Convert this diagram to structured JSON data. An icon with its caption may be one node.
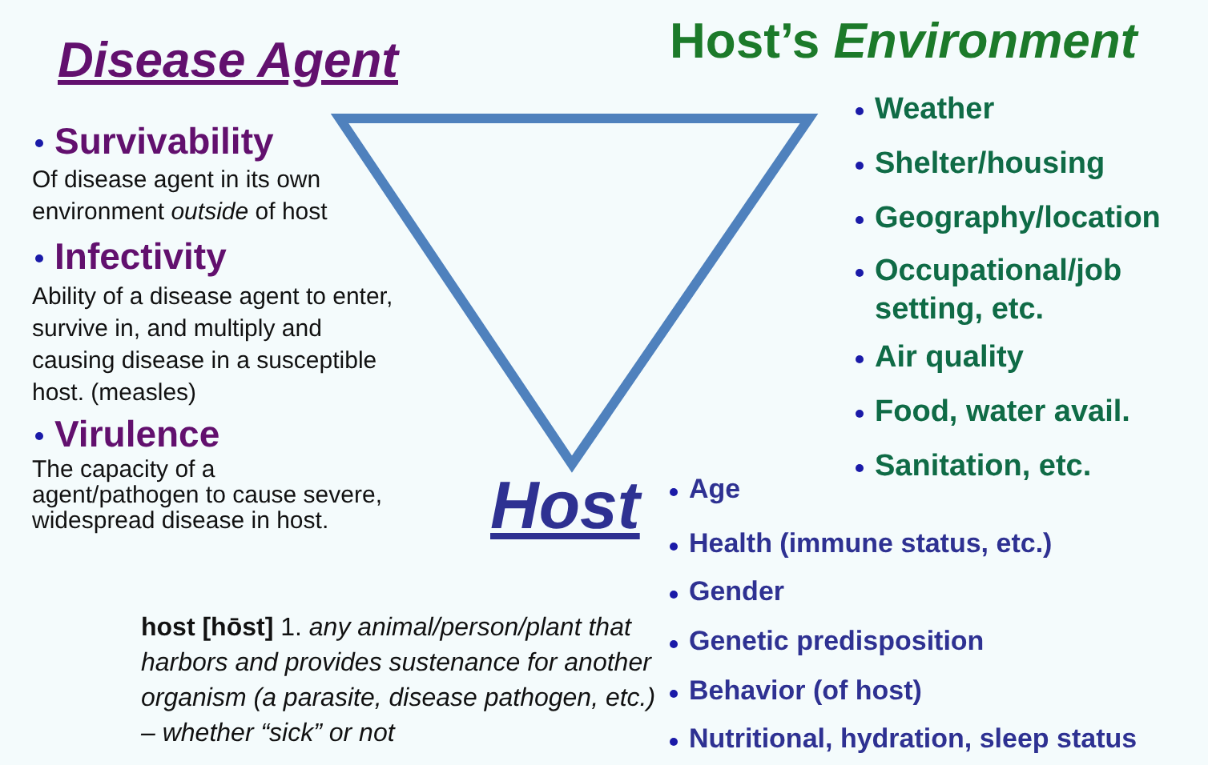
{
  "diagram": {
    "labels": [
      "Disease Agent",
      "Host’s *Environment*",
      "Survivability",
      "Of disease agent in its own environment *outside* of host",
      "Infectivity",
      "Ability of a disease agent to enter, survive in, and multiply and causing disease in a susceptible host. (measles)",
      "Virulence",
      "The capacity of a agent/pathogen to cause severe, widespread disease in host.",
      "Host",
      "Weather",
      "Shelter/housing",
      "Geography/location",
      "Occupational/job setting, etc.",
      "Air quality",
      "Food, water avail.",
      "Sanitation, etc.",
      "Age",
      "Health (immune status, etc.)",
      "Gender",
      "Genetic predisposition",
      "Behavior (of host)",
      "Nutritional, hydration, sleep status",
      "**host [hōst]** 1. *any animal/person/plant that harbors and provides sustenance for another organism (a parasite, disease pathogen, etc.) – whether “sick” or not*"
    ]
  }
}
